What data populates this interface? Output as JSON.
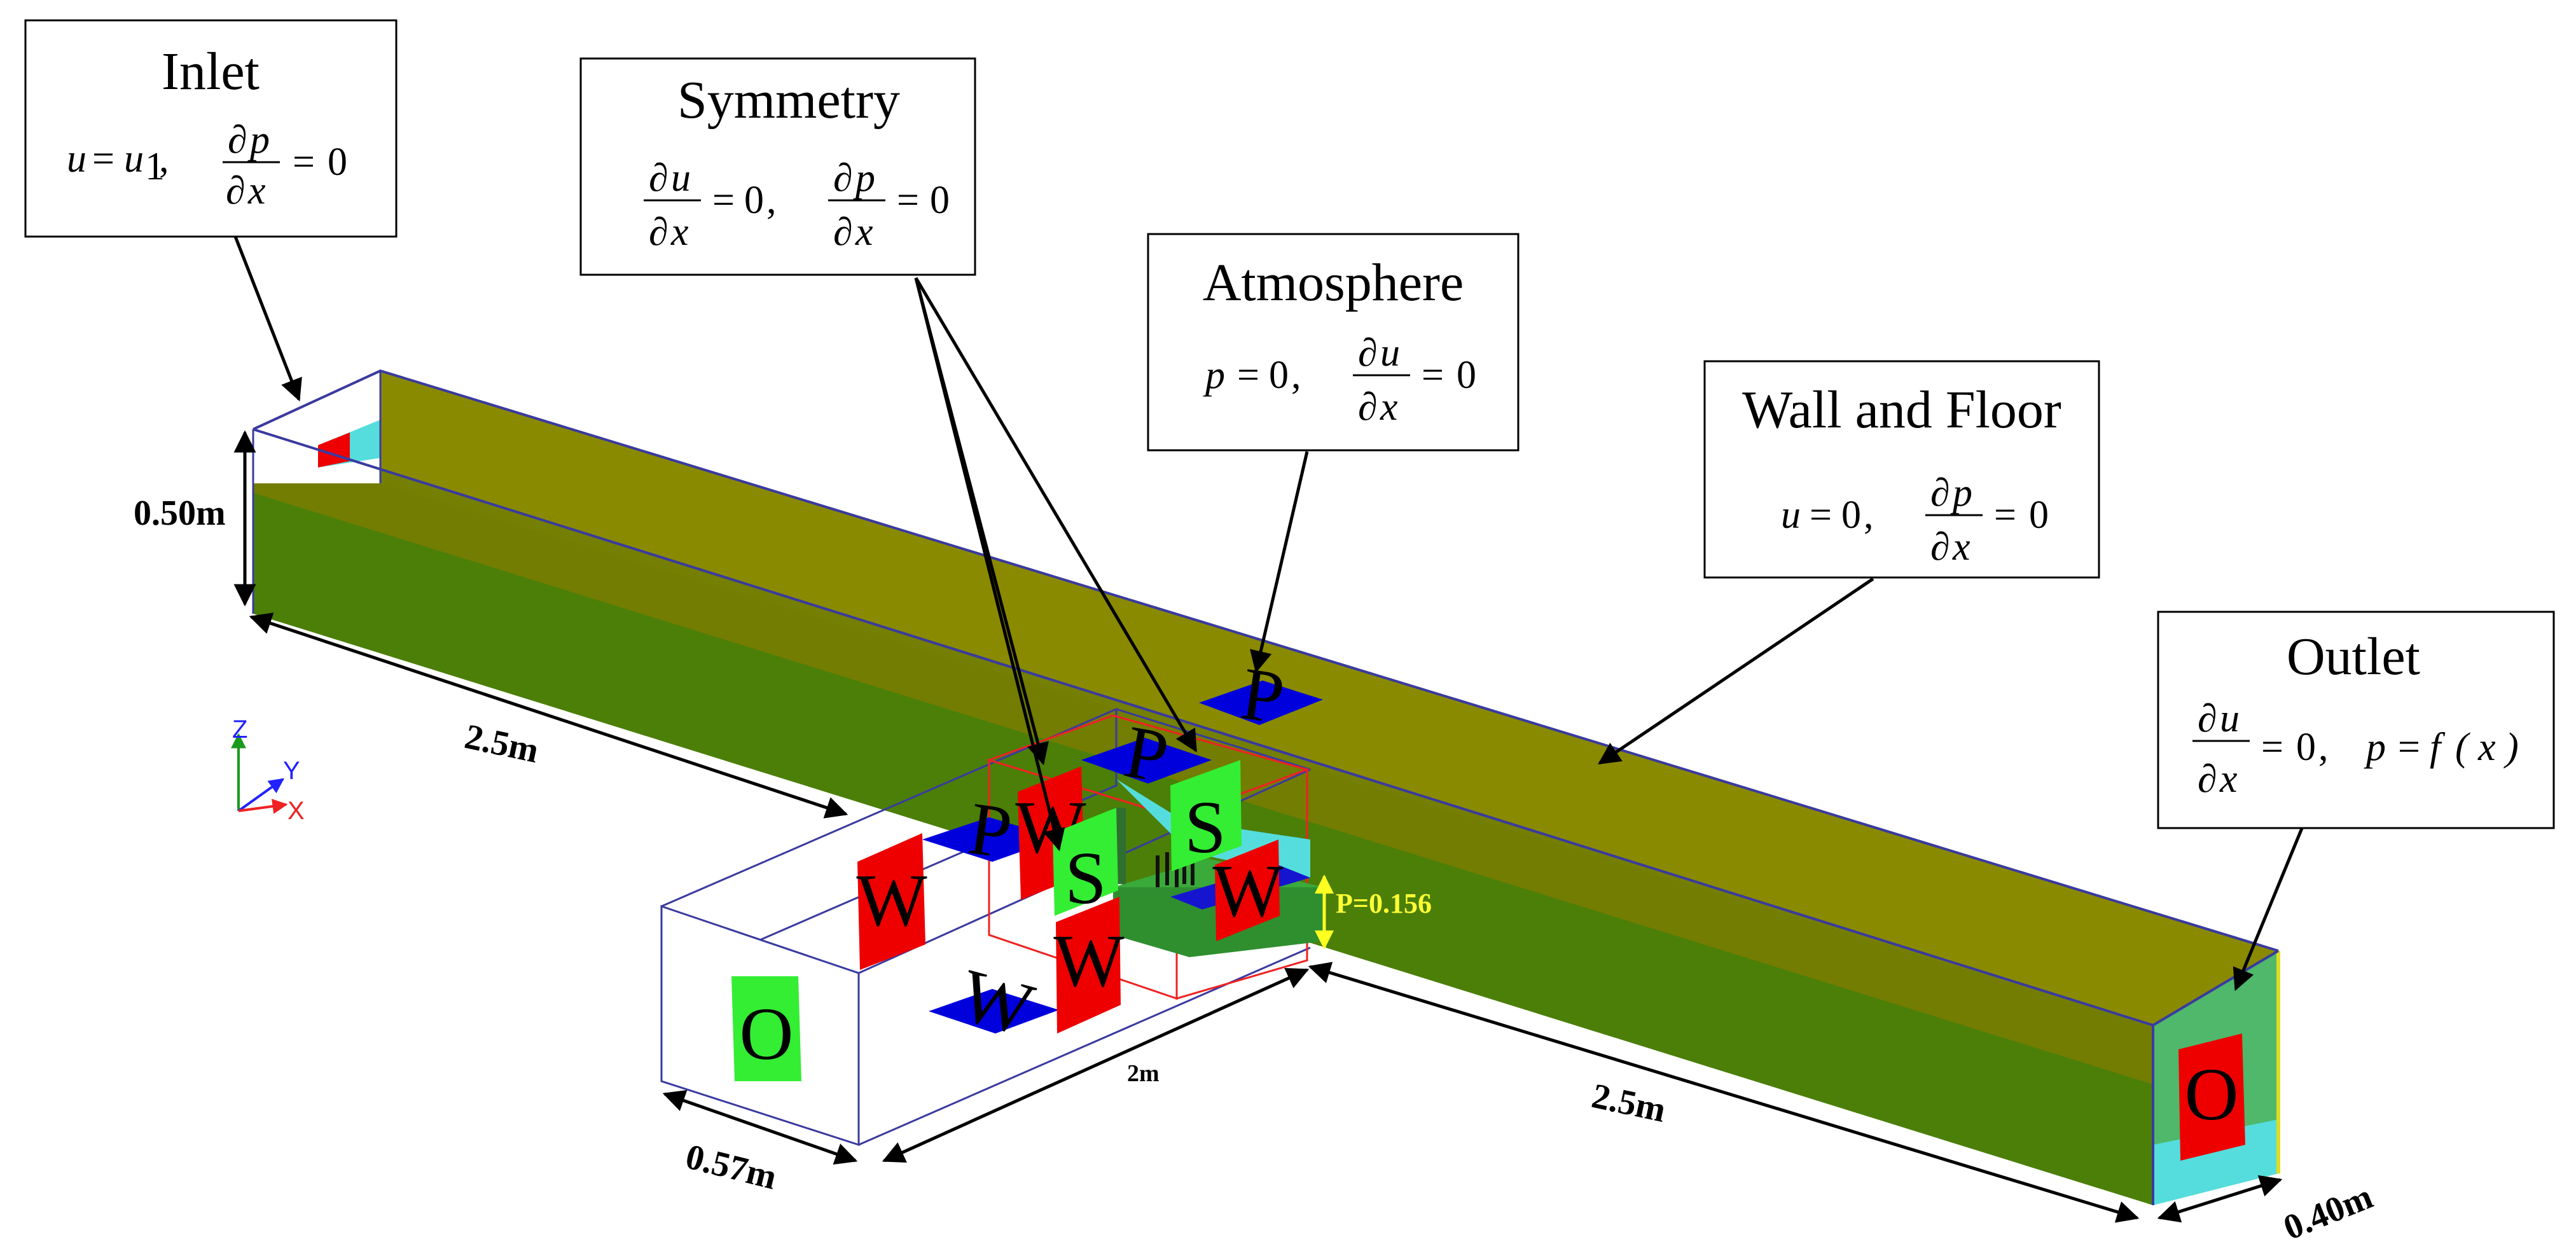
{
  "boxes": {
    "inlet": {
      "title": "Inlet",
      "u_lhs": "u",
      "eq": "=",
      "u_rhs": "u",
      "u_sub": "1",
      "comma": ",",
      "d": "∂",
      "p": "p",
      "x": "x",
      "zero": "0"
    },
    "symmetry": {
      "title": "Symmetry",
      "d": "∂",
      "u": "u",
      "p": "p",
      "x": "x",
      "eq": "=",
      "zero": "0",
      "comma": ","
    },
    "atmosphere": {
      "title": "Atmosphere",
      "p": "p",
      "eq": "=",
      "zero": "0",
      "comma": ",",
      "d": "∂",
      "u": "u",
      "x": "x"
    },
    "wall_floor": {
      "title": "Wall and Floor",
      "u": "u",
      "eq": "=",
      "zero": "0",
      "comma": ",",
      "d": "∂",
      "p": "p",
      "x": "x"
    },
    "outlet": {
      "title": "Outlet",
      "d": "∂",
      "u": "u",
      "x": "x",
      "eq": "=",
      "zero": "0",
      "comma": ",",
      "p": "p",
      "f": "f",
      "paren_x": "( x )"
    }
  },
  "dimensions": {
    "height": "0.50m",
    "upstream_length": "2.5m",
    "downstream_length": "2.5m",
    "branch_length": "2m",
    "branch_width": "0.57m",
    "channel_width": "0.40m",
    "step": "P=0.156"
  },
  "markers": {
    "wall": "W",
    "symmetry": "S",
    "pressure": "P",
    "outlet": "O"
  },
  "axes": {
    "z": "Z",
    "y": "Y",
    "x": "X"
  },
  "colors": {
    "water_top": "#8a8a00",
    "water_side": "#4b7f08",
    "marker_wall": "#ee0000",
    "marker_sym": "#33ee33",
    "marker_p": "#0000dd",
    "cyan": "#55dddd",
    "edge_blue": "#3a3aa0",
    "edge_red": "#ee2222"
  }
}
